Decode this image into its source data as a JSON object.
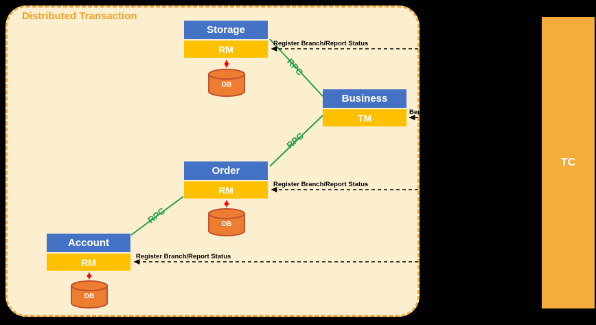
{
  "title": "Distributed Transaction",
  "colors": {
    "background": "#000000",
    "panel_bg": "#FCEFD0",
    "panel_border": "#F2A93C",
    "title_text": "#F2A024",
    "service_header": "#4472C4",
    "resource_box": "#FFC000",
    "tc_box": "#F4AC3A",
    "db_cylinder": "#ED7D31",
    "rpc_line": "#24A148",
    "db_arrow": "#FF0000",
    "message_line": "#000000"
  },
  "components": [
    {
      "name": "Storage",
      "role": "RM",
      "db": "DB"
    },
    {
      "name": "Business",
      "role": "TM"
    },
    {
      "name": "Order",
      "role": "RM",
      "db": "DB"
    },
    {
      "name": "Account",
      "role": "RM",
      "db": "DB"
    }
  ],
  "coordinator": {
    "label": "TC"
  },
  "connections": {
    "rpc_label": "RPC",
    "register_label": "Register Branch/Report Status",
    "begin_label_clipped": "Beg"
  }
}
